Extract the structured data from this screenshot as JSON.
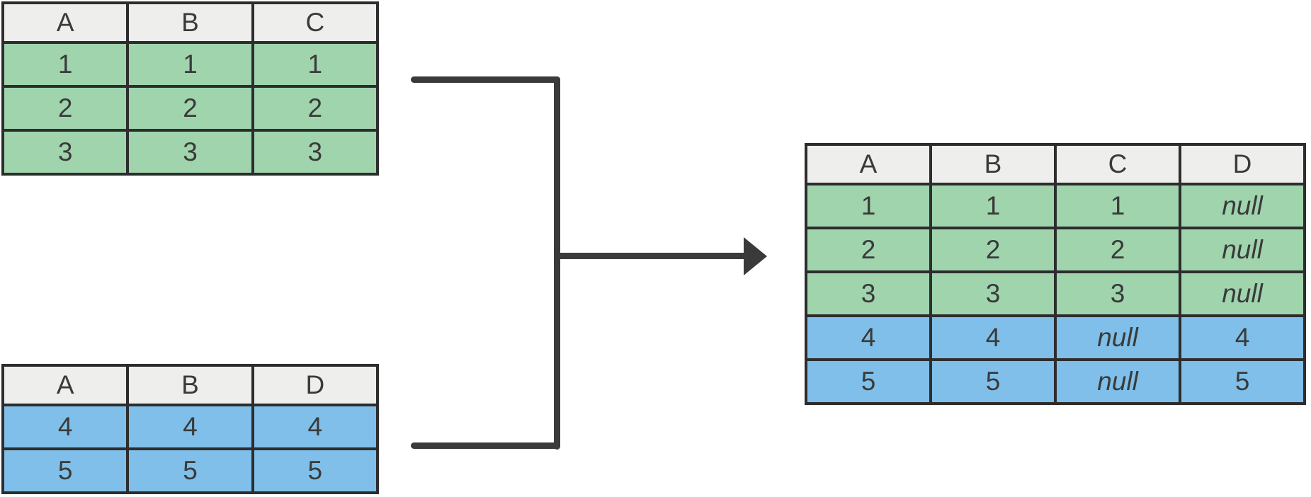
{
  "colors": {
    "background": "#ffffff",
    "cell_border": "#2d2d2d",
    "text": "#3a3a3a",
    "connector_line": "#3a3a3a",
    "source_top_row_fill_green": "#9fd4ad",
    "source_bottom_row_fill_blue": "#7fbfe9",
    "header_fill": "#eeeeec"
  },
  "tables": {
    "source_top": {
      "headers": [
        "A",
        "B",
        "C"
      ],
      "rows": [
        {
          "cells": [
            "1",
            "1",
            "1"
          ],
          "style": "green"
        },
        {
          "cells": [
            "2",
            "2",
            "2"
          ],
          "style": "green"
        },
        {
          "cells": [
            "3",
            "3",
            "3"
          ],
          "style": "green"
        }
      ]
    },
    "source_bottom": {
      "headers": [
        "A",
        "B",
        "D"
      ],
      "rows": [
        {
          "cells": [
            "4",
            "4",
            "4"
          ],
          "style": "blue"
        },
        {
          "cells": [
            "5",
            "5",
            "5"
          ],
          "style": "blue"
        }
      ]
    },
    "result": {
      "headers": [
        "A",
        "B",
        "C",
        "D"
      ],
      "rows": [
        {
          "cells": [
            "1",
            "1",
            "1",
            "null"
          ],
          "style": "green"
        },
        {
          "cells": [
            "2",
            "2",
            "2",
            "null"
          ],
          "style": "green"
        },
        {
          "cells": [
            "3",
            "3",
            "3",
            "null"
          ],
          "style": "green"
        },
        {
          "cells": [
            "4",
            "4",
            "null",
            "4"
          ],
          "style": "blue"
        },
        {
          "cells": [
            "5",
            "5",
            "null",
            "5"
          ],
          "style": "blue"
        }
      ]
    }
  },
  "connector": {
    "shape": "bracket-joining-two-tables",
    "arrow_direction": "right",
    "null_placeholder": "null"
  }
}
